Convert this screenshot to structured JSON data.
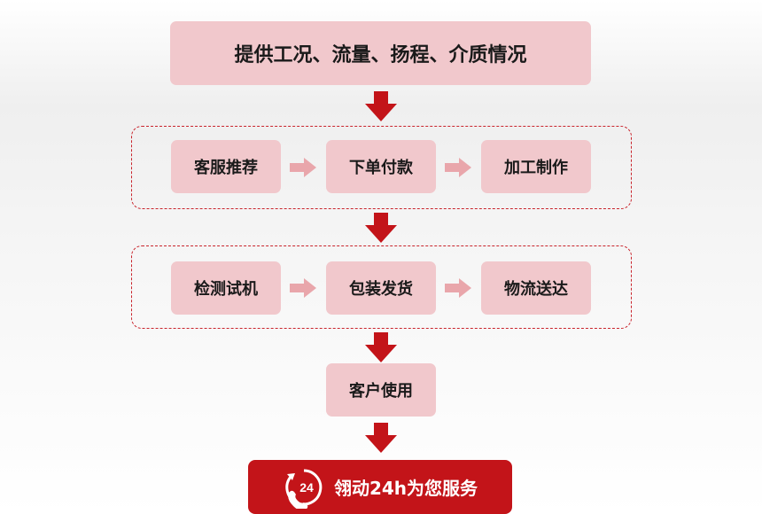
{
  "steps": {
    "top": "提供工况、流量、扬程、介质情况",
    "row1": [
      "客服推荐",
      "下单付款",
      "加工制作"
    ],
    "row2": [
      "检测试机",
      "包装发货",
      "物流送达"
    ],
    "single": "客户使用"
  },
  "footer": {
    "badge_text": "24",
    "label": "翎动24h为您服务"
  },
  "colors": {
    "accent_red": "#c31419",
    "box_pink": "#f1c8cc",
    "arrow_pink": "#e9a6ab"
  }
}
